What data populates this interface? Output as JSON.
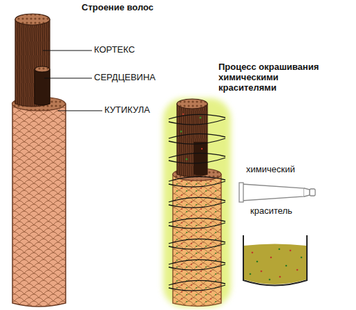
{
  "diagram": {
    "labels": [
      "Строение волос",
      "КОРТЕКС",
      "СЕРДЦЕВИНА",
      "КУТИКУЛА",
      "Процесс окрашивания химическими красителями",
      "химический",
      "краситель"
    ]
  }
}
